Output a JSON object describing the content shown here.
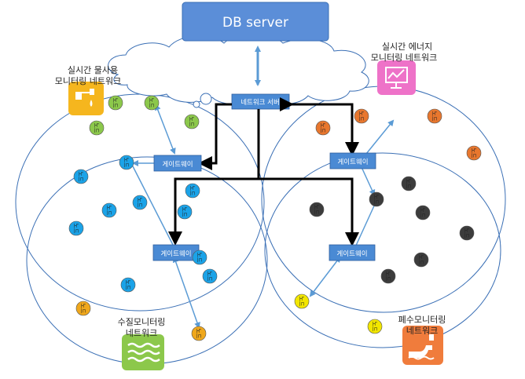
{
  "db_server": {
    "label": "DB server"
  },
  "network_server": {
    "label": "네트워크 서버"
  },
  "gateways": [
    {
      "id": "gw-top-left",
      "label": "게이트웨이"
    },
    {
      "id": "gw-bottom-left",
      "label": "게이트웨이"
    },
    {
      "id": "gw-top-right",
      "label": "게이트웨이"
    },
    {
      "id": "gw-bottom-right",
      "label": "게이트웨이"
    }
  ],
  "networks": {
    "water": {
      "line1": "실시간 물사용",
      "line2": "모니터링 네트워크",
      "color": "#F5B61E"
    },
    "energy": {
      "line1": "실시간 에너지",
      "line2": "모니터링 네트워크",
      "color": "#EE72C8"
    },
    "quality": {
      "line1": "수질모니터링",
      "line2": "네트워크",
      "color": "#8CC84B"
    },
    "waste": {
      "line1": "폐수모니터링",
      "line2": "네트워크",
      "color": "#F07C3C"
    }
  },
  "node_label": "노드",
  "colors": {
    "box_fill": "#4A8AD4",
    "db_fill": "#5B8ED8",
    "arrow_blue": "#5B9BD5",
    "ellipse_stroke": "#3A6FB5",
    "node_green": "#8CC84B",
    "node_blue": "#1BA3E8",
    "node_orange": "#E8772E",
    "node_dark": "#3C3C3C",
    "node_yellow": "#F2E600",
    "node_amber": "#F0A81C"
  }
}
